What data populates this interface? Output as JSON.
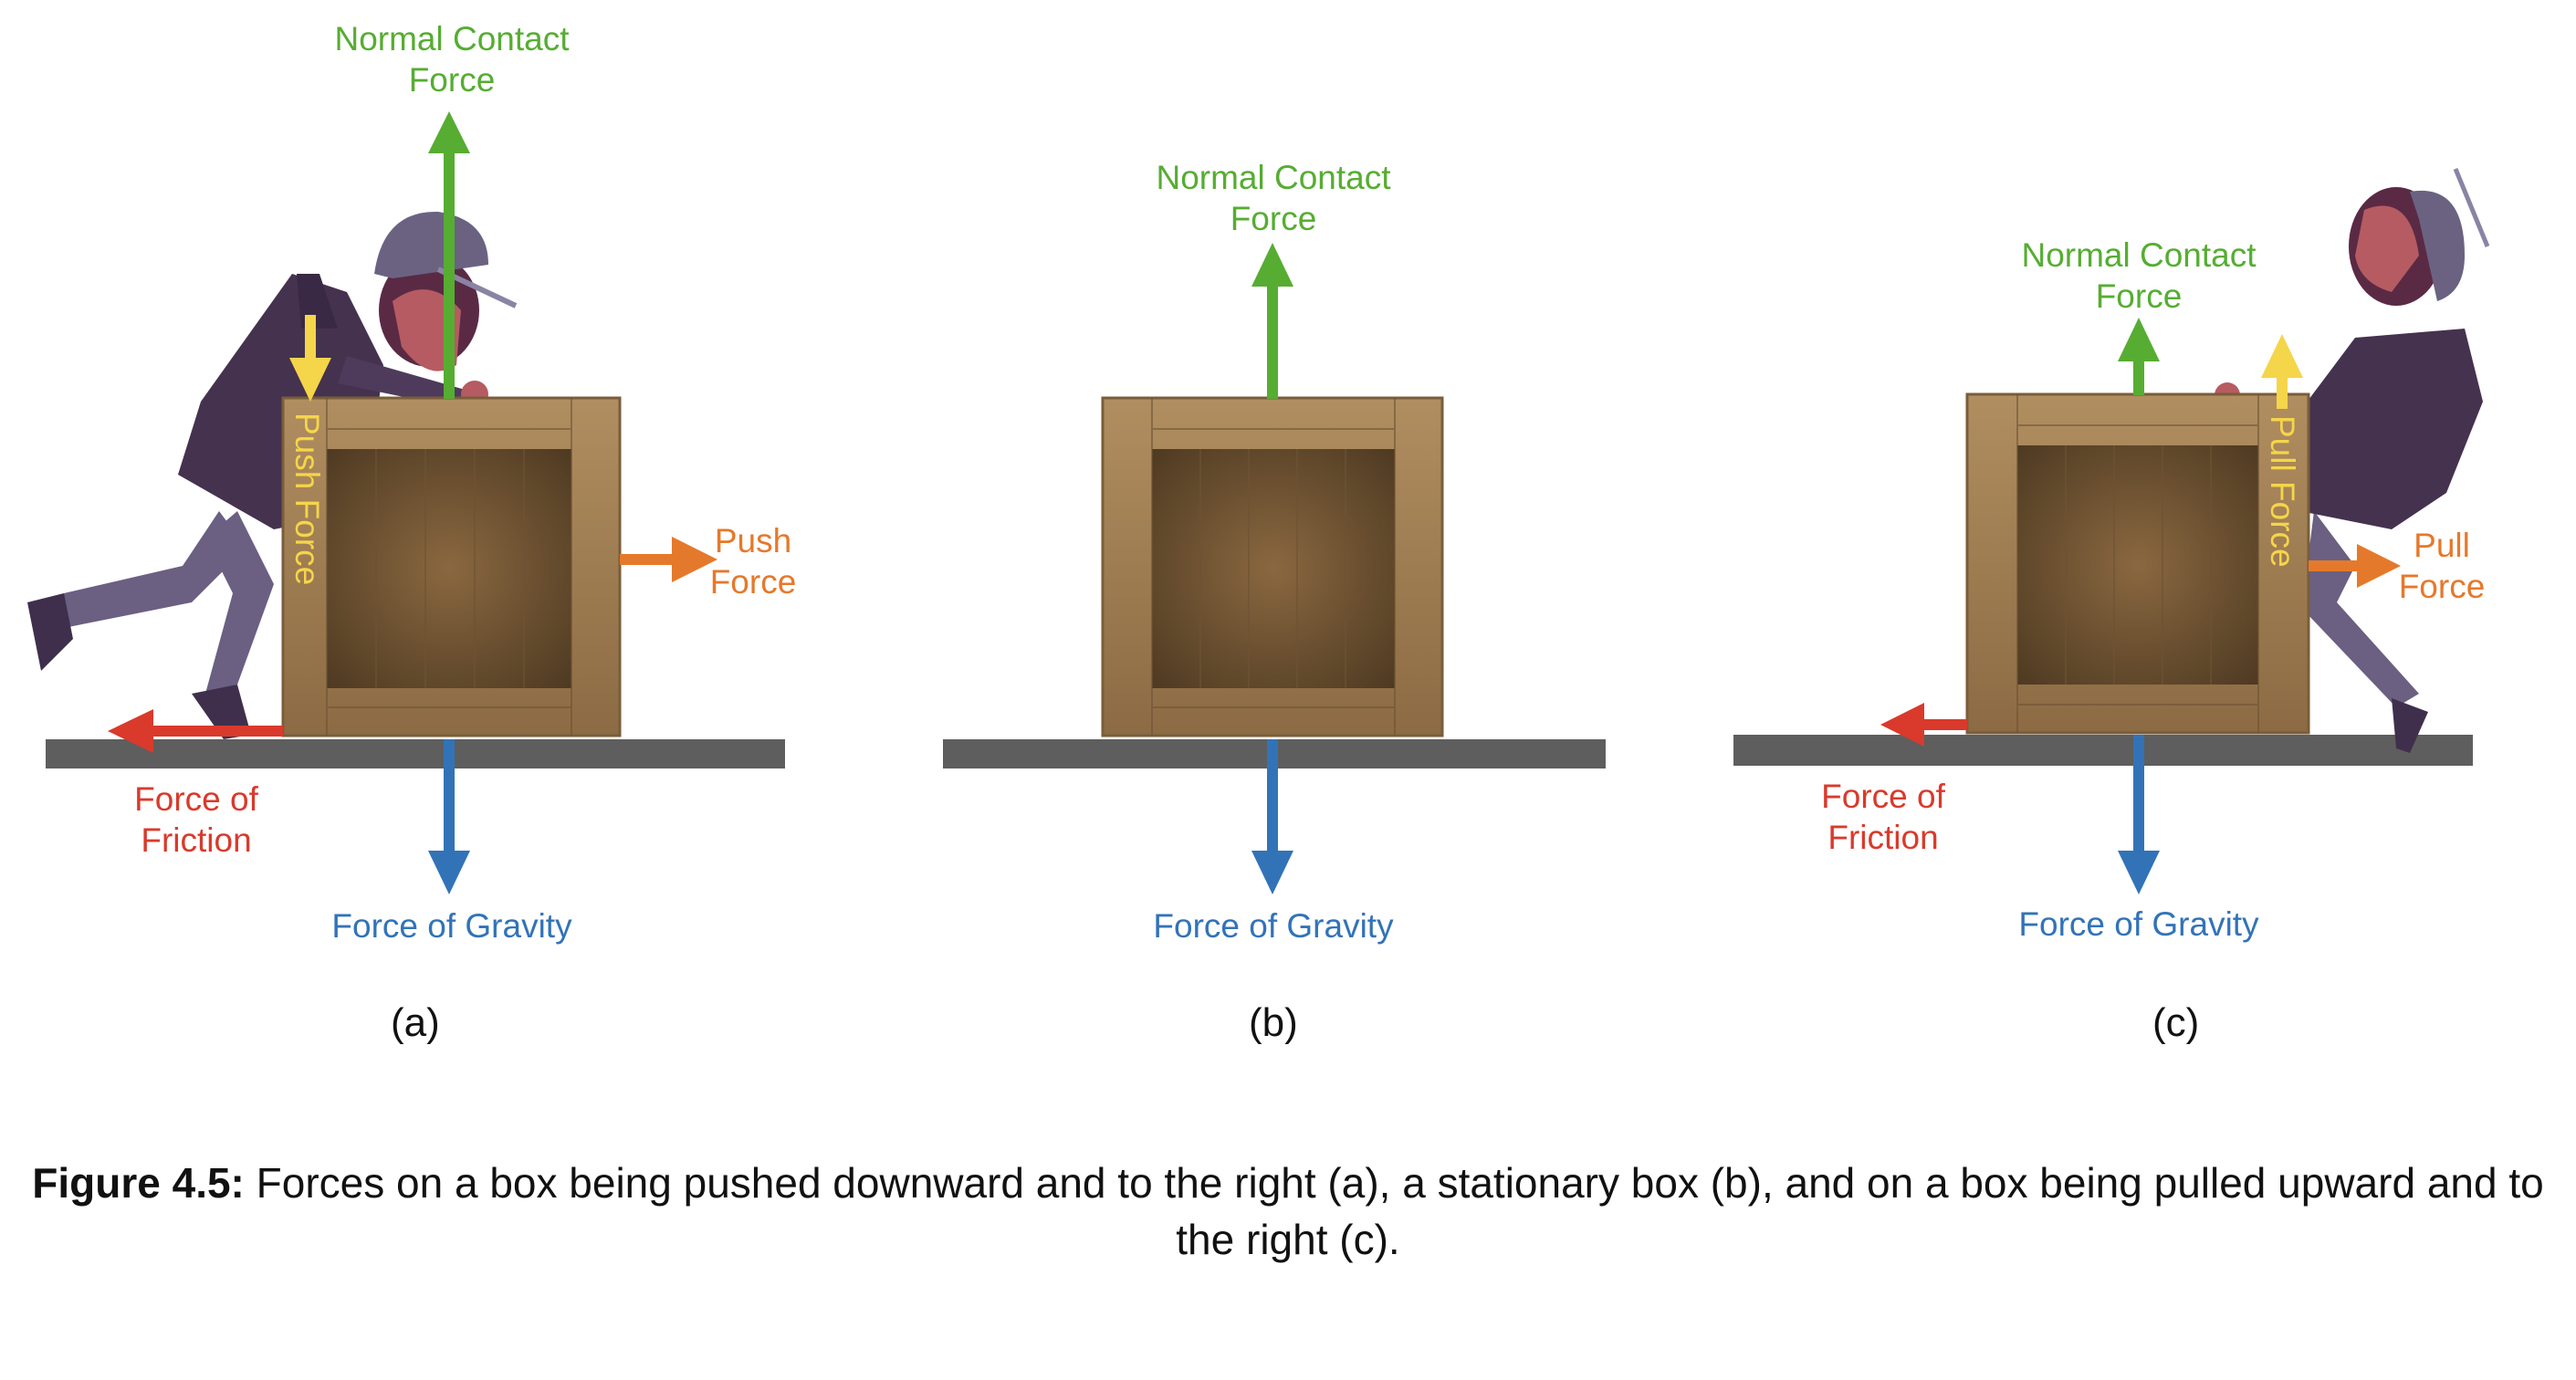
{
  "figure": {
    "caption_label": "Figure 4.5:",
    "caption_text": "Forces on a box being pushed downward and to the right (a), a stationary box (b), and on a box being pulled upward and to the right (c).",
    "colors": {
      "normal": "#56ad32",
      "gravity": "#3273b8",
      "friction": "#d93a2b",
      "horizontal_applied": "#e5792b",
      "vertical_applied": "#f5d54a",
      "ground": "#5e5e5e",
      "crate": "#a07d52",
      "crate_dark": "#6e5334",
      "person_hoodie": "#45324f",
      "person_pants": "#6b5f82",
      "person_skin": "#b65b62",
      "person_cap": "#6b6282"
    }
  },
  "panels": [
    {
      "id": "a",
      "sublabel": "(a)",
      "normal": [
        "Normal Contact",
        "Force"
      ],
      "gravity": "Force of Gravity",
      "friction": [
        "Force of",
        "Friction"
      ],
      "applied_horizontal": [
        "Push",
        "Force"
      ],
      "applied_vertical": "Push Force",
      "applied_vertical_direction": "down",
      "person": "pushing"
    },
    {
      "id": "b",
      "sublabel": "(b)",
      "normal": [
        "Normal Contact",
        "Force"
      ],
      "gravity": "Force of Gravity"
    },
    {
      "id": "c",
      "sublabel": "(c)",
      "normal": [
        "Normal Contact",
        "Force"
      ],
      "gravity": "Force of Gravity",
      "friction": [
        "Force of",
        "Friction"
      ],
      "applied_horizontal": [
        "Pull",
        "Force"
      ],
      "applied_vertical": "Pull Force",
      "applied_vertical_direction": "up",
      "person": "pulling"
    }
  ]
}
